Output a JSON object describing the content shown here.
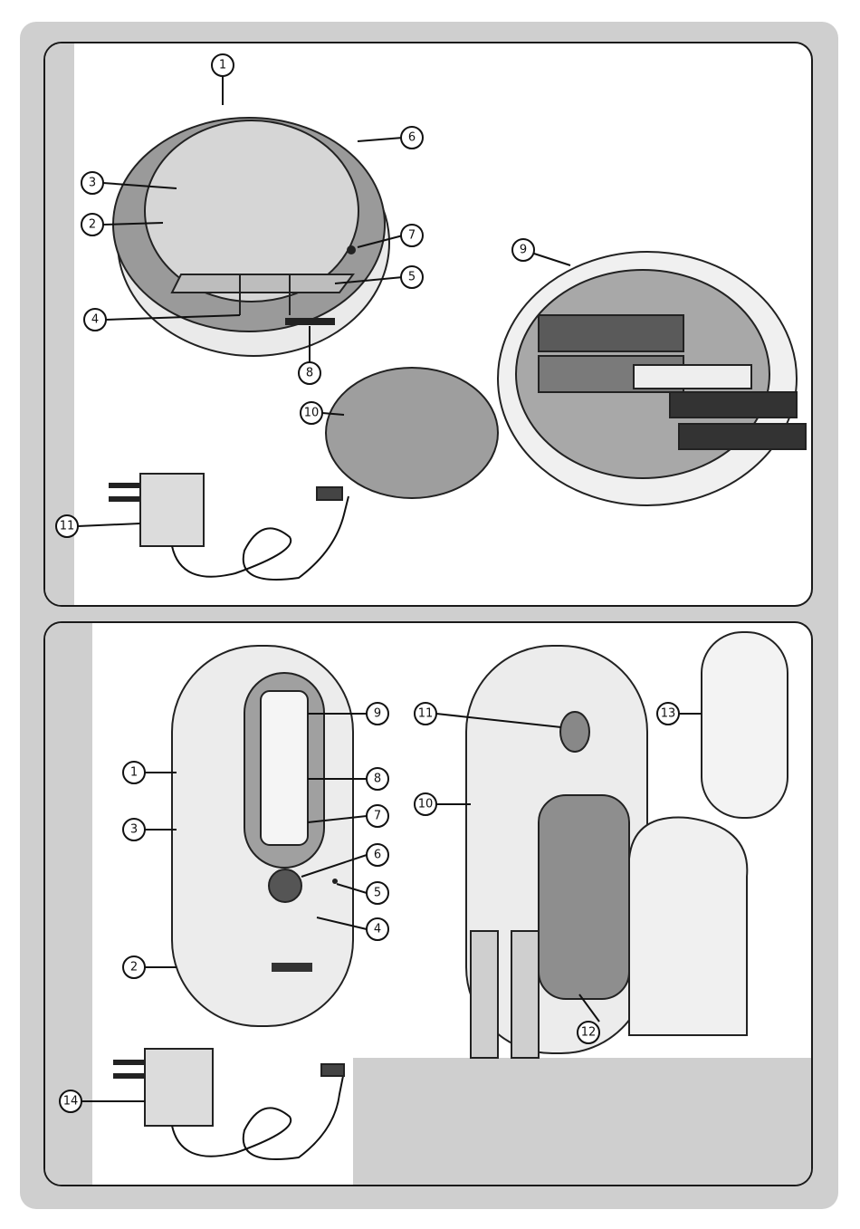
{
  "panel_top": {
    "base_unit": {
      "callouts": [
        "1",
        "6",
        "3",
        "2",
        "7",
        "5",
        "4",
        "8"
      ]
    },
    "battery_compartment": {
      "callouts": [
        "9",
        "10"
      ]
    },
    "adapter": {
      "callout": "11"
    }
  },
  "panel_bottom": {
    "parent_unit_front": {
      "callouts": [
        "9",
        "1",
        "8",
        "3",
        "7",
        "6",
        "5",
        "4",
        "2"
      ]
    },
    "parent_unit_back": {
      "callouts": [
        "11",
        "10",
        "13",
        "12"
      ]
    },
    "adapter": {
      "callout": "14"
    }
  },
  "colors": {
    "sheet": "#cfcfcf",
    "panel": "#ffffff",
    "ink": "#111111"
  }
}
